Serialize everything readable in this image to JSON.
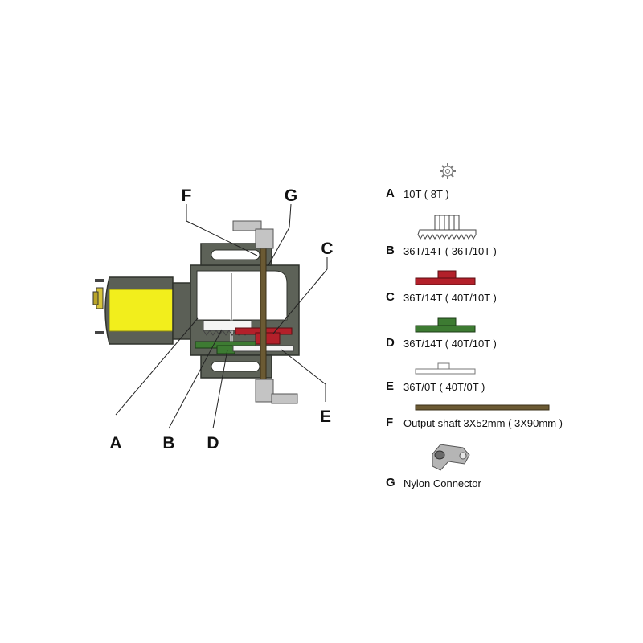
{
  "callouts": {
    "a": "A",
    "b": "B",
    "c": "C",
    "d": "D",
    "e": "E",
    "f": "F",
    "g": "G"
  },
  "legend": [
    {
      "letter": "A",
      "text": "10T ( 8T )",
      "icon": "small-gear-icon"
    },
    {
      "letter": "B",
      "text": "36T/14T ( 36T/10T )",
      "icon": "white-compound-gear-icon"
    },
    {
      "letter": "C",
      "text": "36T/14T ( 40T/10T )",
      "icon": "red-compound-gear-icon"
    },
    {
      "letter": "D",
      "text": "36T/14T ( 40T/10T )",
      "icon": "green-compound-gear-icon"
    },
    {
      "letter": "E",
      "text": "36T/0T ( 40T/0T )",
      "icon": "white-flat-gear-icon"
    },
    {
      "letter": "F",
      "text": "Output shaft 3X52mm ( 3X90mm )",
      "icon": "output-shaft-icon"
    },
    {
      "letter": "G",
      "text": "Nylon Connector",
      "icon": "nylon-connector-icon"
    }
  ],
  "colors": {
    "motor": "#f2ee1c",
    "housing": "#5d6258",
    "gear_red": "#b3202a",
    "gear_green": "#3d7b32",
    "shaft": "#6b5a33",
    "connector": "#c4c4c4"
  }
}
